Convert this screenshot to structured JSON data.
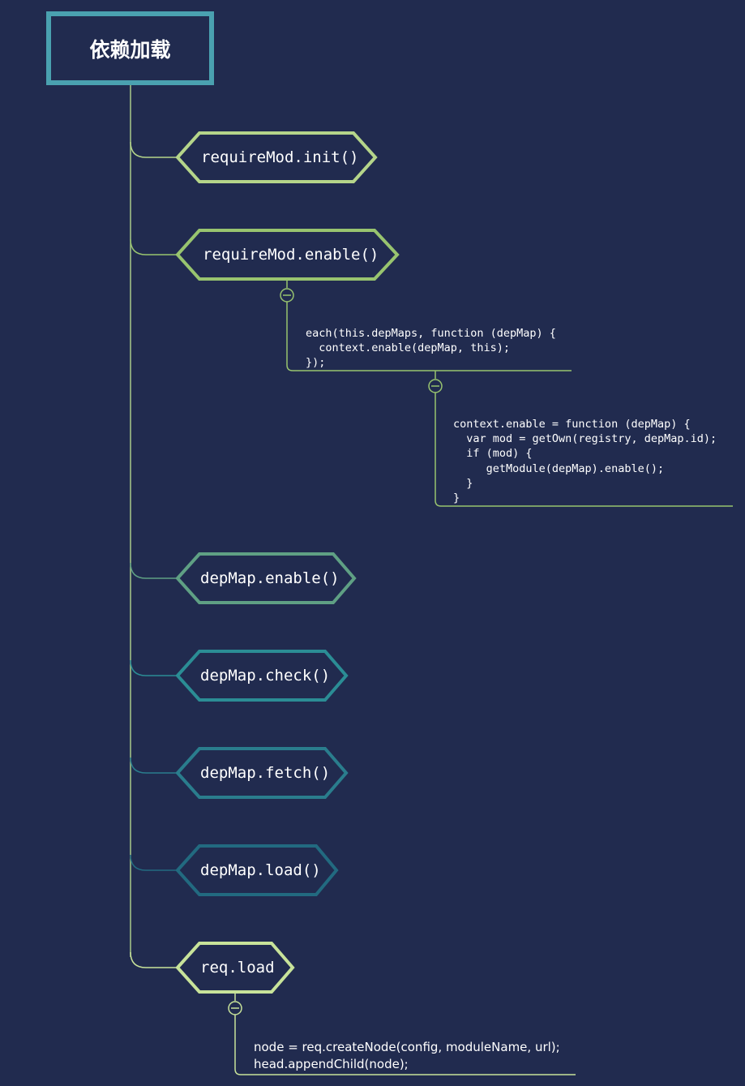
{
  "root": {
    "label": "依赖加载"
  },
  "nodes": [
    {
      "id": "init",
      "label": "requireMod.init()",
      "color": "#b5d58a"
    },
    {
      "id": "enable",
      "label": "requireMod.enable()",
      "color": "#98c46f"
    },
    {
      "id": "depmap-enable",
      "label": "depMap.enable()",
      "color": "#5fa084"
    },
    {
      "id": "depmap-check",
      "label": "depMap.check()",
      "color": "#2b8d95"
    },
    {
      "id": "depmap-fetch",
      "label": "depMap.fetch()",
      "color": "#2a7d8d"
    },
    {
      "id": "depmap-load",
      "label": "depMap.load()",
      "color": "#226a80"
    },
    {
      "id": "req-load",
      "label": "req.load",
      "color": "#c8e39a"
    }
  ],
  "notes": {
    "enable_each": "each(this.depMaps, function (depMap) {\n  context.enable(depMap, this);\n});",
    "context_enable": "context.enable = function (depMap) {\n  var mod = getOwn(registry, depMap.id);\n  if (mod) {\n     getModule(depMap).enable();\n  }\n}",
    "req_load": "node = req.createNode(config, moduleName, url);\nhead.appendChild(node);"
  },
  "colors": {
    "background": "#212b4f",
    "line": "#a9c98a",
    "root_border": "#4aa1b0"
  }
}
